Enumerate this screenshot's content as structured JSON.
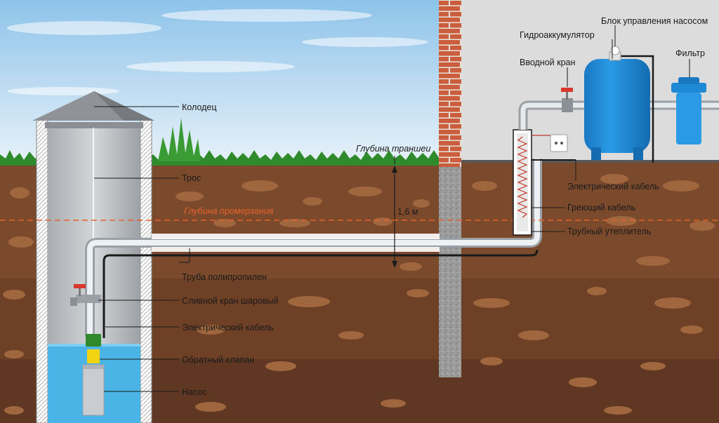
{
  "labels": {
    "well": "Колодец",
    "rope": "Трос",
    "freeze_depth": "Глубина промерзания",
    "trench_depth": "Глубина траншеи",
    "depth_value": "1,6 м",
    "pipe": "Труба полипропилен",
    "drain_valve": "Сливной кран шаровый",
    "electric_cable_well": "Электрический кабель",
    "check_valve": "Обратный клапан",
    "pump": "Насос",
    "pump_control": "Блок управления насосом",
    "accumulator": "Гидроаккумулятор",
    "inlet_valve": "Вводной кран",
    "filter": "Фильтр",
    "electric_cable_house": "Электрический кабель",
    "heating_cable": "Греющий кабель",
    "pipe_insulation": "Трубный утеплитель"
  },
  "colors": {
    "sky_top": "#9fcbea",
    "sky_bottom": "#e6f1f8",
    "soil": "#7a4a2e",
    "soil_dark": "#6a3f26",
    "grass": "#2f8a2b",
    "water": "#4ab4e6",
    "house_wall": "#d9d9d9",
    "brick": "#c9603f",
    "tank": "#1e8ad6",
    "freeze_line": "#e8622a"
  }
}
